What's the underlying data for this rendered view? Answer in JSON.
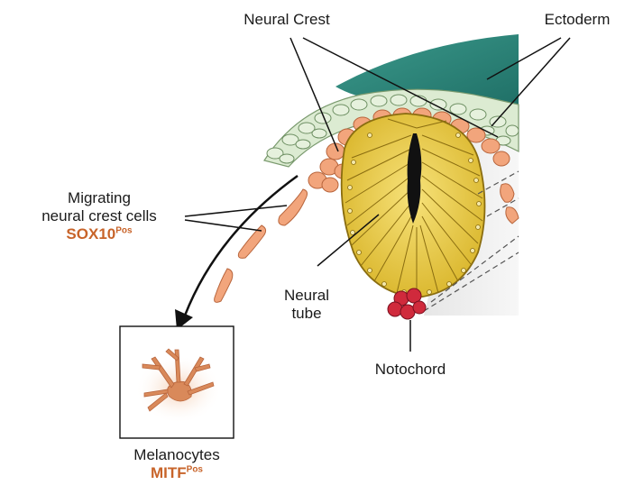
{
  "labels": {
    "neural_crest": "Neural Crest",
    "ectoderm": "Ectoderm",
    "migrating_line1": "Migrating",
    "migrating_line2": "neural crest cells",
    "sox10_marker": "SOX10",
    "sox10_sup": "Pos",
    "neural_line1": "Neural",
    "neural_line2": "tube",
    "notochord": "Notochord",
    "melanocytes": "Melanocytes",
    "mitf_marker": "MITF",
    "mitf_sup": "Pos"
  },
  "colors": {
    "ectoderm": "#2e8a7e",
    "epidermal_cells": "#d9ead0",
    "neural_crest_cells": "#f0a47a",
    "neural_tube": "#e8c840",
    "lumen": "#111111",
    "notochord": "#d02a3c",
    "melanocyte": "#d9895a",
    "marker_text": "#c8642a"
  }
}
